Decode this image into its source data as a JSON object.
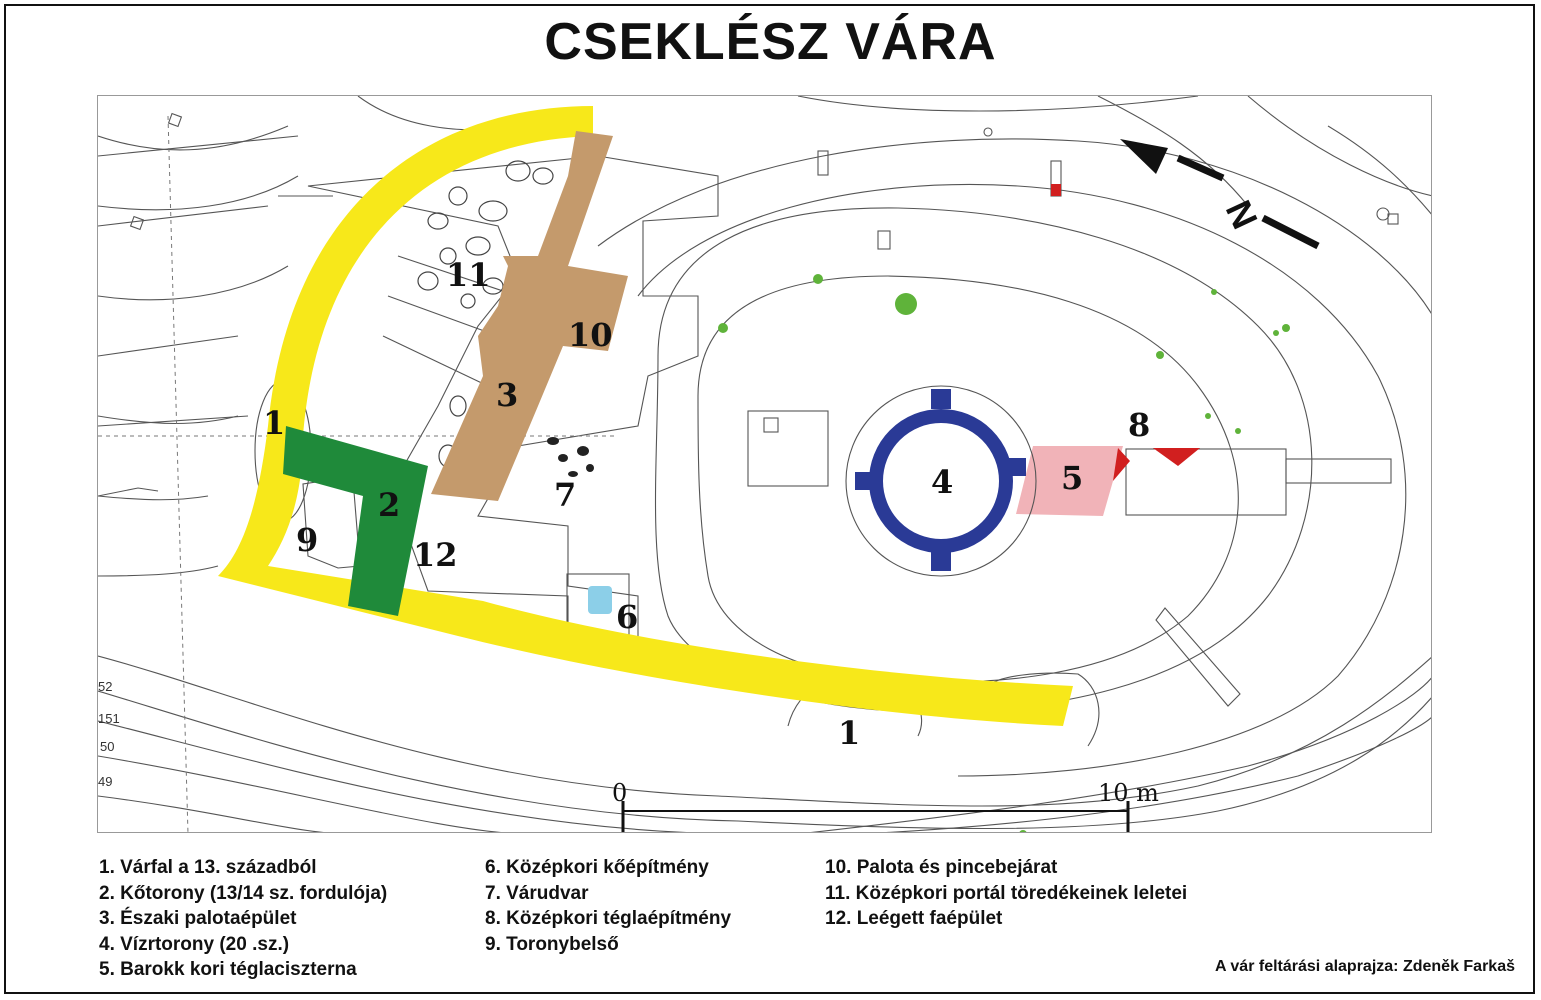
{
  "title": "CSEKLÉSZ VÁRA",
  "map": {
    "north_label": "N",
    "feature_labels": [
      "1",
      "1",
      "2",
      "3",
      "4",
      "5",
      "6",
      "7",
      "8",
      "9",
      "10",
      "11",
      "12"
    ],
    "scale": {
      "start": "0",
      "end": "10 m"
    },
    "contour_labels": [
      "52",
      "151",
      "50",
      "49"
    ]
  },
  "legend": {
    "col1": [
      "1. Várfal a 13. századból",
      "2. Kőtorony (13/14 sz. fordulója)",
      "3. Északi palotaépület",
      "4. Vízrtorony (20 .sz.)",
      "5. Barokk kori téglaciszterna"
    ],
    "col2": [
      "6. Középkori kőépítmény",
      "7. Várudvar",
      "8. Középkori téglaépítmény",
      "9. Toronybelső"
    ],
    "col3": [
      "10. Palota és pincebejárat",
      "11. Középkori portál töredékeinek leletei",
      "12. Leégett faépület"
    ]
  },
  "credit": "A vár feltárási alaprajza: Zdeněk Farkaš",
  "colors": {
    "wall": "#f7e81a",
    "tower": "#1f8a3a",
    "palace": "#c49a6c",
    "water_tower": "#2a3a96",
    "cistern": "#f1b3b8",
    "brick": "#d11f1f",
    "stone_building_fill": "#8ccfe8",
    "trees": "#5fb33a"
  }
}
